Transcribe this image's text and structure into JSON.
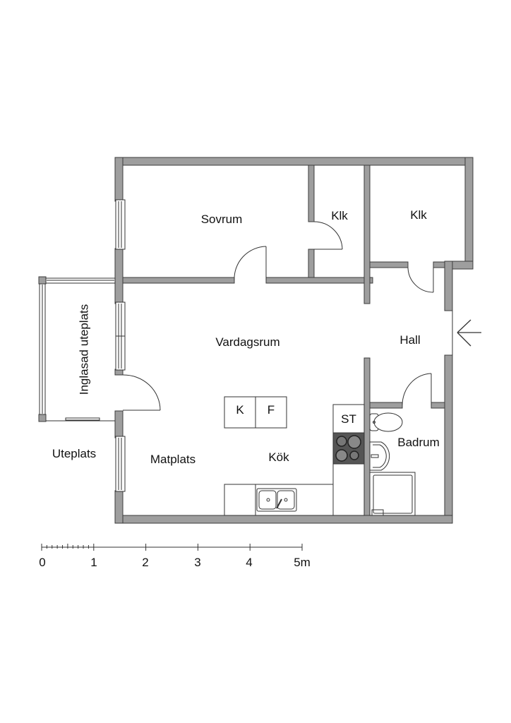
{
  "rooms": {
    "sovrum": "Sovrum",
    "klk1": "Klk",
    "klk2": "Klk",
    "vardagsrum": "Vardagsrum",
    "hall": "Hall",
    "inglasad_uteplats": "Inglasad uteplats",
    "uteplats": "Uteplats",
    "matplats": "Matplats",
    "kok": "Kök",
    "badrum": "Badrum"
  },
  "appliances": {
    "kyl": "K",
    "frys": "F",
    "stove_cabinet": "ST"
  },
  "colors": {
    "wall": "#9e9e9e",
    "wall_outline": "#3c3c3c",
    "stove": "#555555",
    "text": "#111111"
  },
  "scale_bar": {
    "labels": [
      "0",
      "1",
      "2",
      "3",
      "4",
      "5m"
    ],
    "unit": "m",
    "max_meters": 5,
    "minor_divisions_first_meter": 10
  }
}
